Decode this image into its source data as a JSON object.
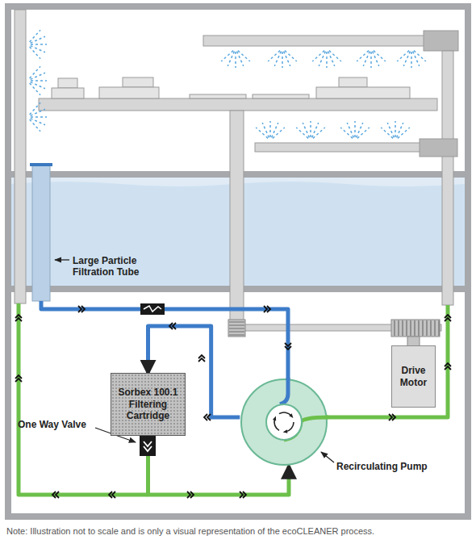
{
  "diagram": {
    "caption": "Note: Illustration not to scale and is only a visual representation of the ecoCLEANER process.",
    "nodes": [
      {
        "text": [
          "Drive Motor"
        ]
      },
      {
        "text": [
          "Sorbex 100.1 Filtering Cartridge"
        ]
      },
      {
        "text": [
          "Recirculating Pump"
        ]
      }
    ],
    "edges": [
      {
        "from": 2,
        "to": 1,
        "arrow": "to"
      },
      {
        "from": 1,
        "to": 2,
        "arrow": "to"
      }
    ],
    "labels": [
      "Large Particle Filtration Tube",
      "One Way Valve"
    ]
  }
}
